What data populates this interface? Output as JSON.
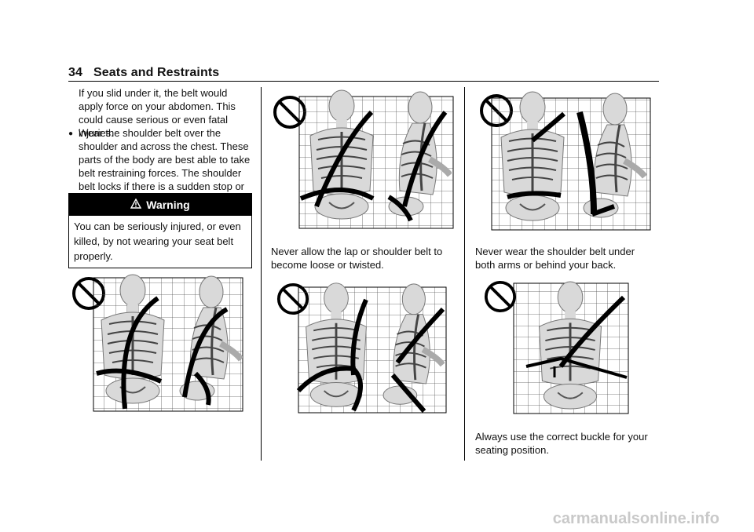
{
  "header": {
    "page_number": "34",
    "section_title": "Seats and Restraints"
  },
  "col1": {
    "para1": "If you slid under it, the belt would apply force on your abdomen. This could cause serious or even fatal injuries.",
    "bullet_symbol": "●",
    "bullet1": "Wear the shoulder belt over the shoulder and across the chest. These parts of the body are best able to take belt restraining forces. The shoulder belt locks if there is a sudden stop or crash.",
    "warning_title": "Warning",
    "warning_icon": "warning-triangle-icon",
    "warning_text": "You can be seriously injured, or even killed, by not wearing your seat belt properly."
  },
  "col2": {
    "caption1": "Never allow the lap or shoulder belt to become loose or twisted."
  },
  "col3": {
    "caption1": "Never wear the shoulder belt under both arms or behind your back.",
    "caption2": "Always use the correct buckle for your seating position."
  },
  "figures": {
    "prohibition_icon": "no-symbol-icon"
  },
  "watermark": "carmanualsonline.info"
}
